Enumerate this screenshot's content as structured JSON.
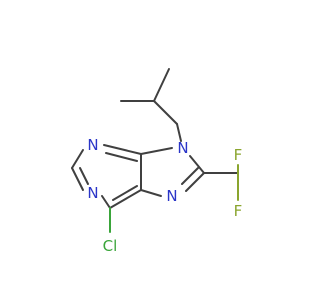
{
  "molecule": {
    "atoms": {
      "n1": {
        "symbol": "N",
        "color": "#2a35c8"
      },
      "n3": {
        "symbol": "N",
        "color": "#2a35c8"
      },
      "n7": {
        "symbol": "N",
        "color": "#2a35c8"
      },
      "n9": {
        "symbol": "N",
        "color": "#2a35c8"
      },
      "cl": {
        "symbol": "Cl",
        "color": "#3aa53a"
      },
      "f1": {
        "symbol": "F",
        "color": "#8aa52e"
      },
      "f2": {
        "symbol": "F",
        "color": "#8aa52e"
      }
    },
    "colors": {
      "carbon_bond": "#404040",
      "nitrogen": "#2a35c8",
      "chlorine": "#3aa53a",
      "fluorine": "#8aa52e",
      "background": "#ffffff"
    }
  }
}
